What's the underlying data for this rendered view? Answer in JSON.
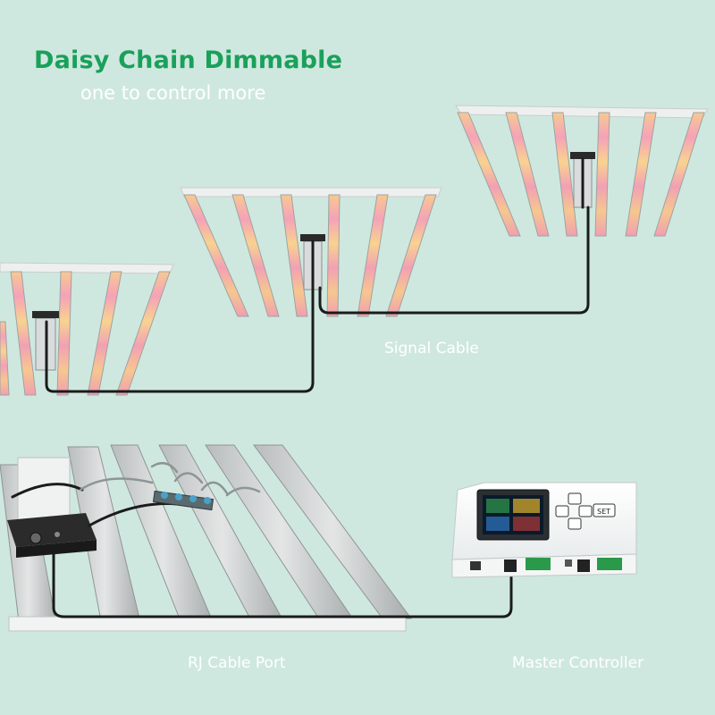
{
  "header": {
    "title": "Daisy Chain Dimmable",
    "subtitle": "one to control more"
  },
  "labels": {
    "signal_cable": "Signal Cable",
    "rj_cable_port": "RJ Cable Port",
    "master_controller": "Master Controller"
  },
  "controller": {
    "set_key": "SET"
  },
  "colors": {
    "background": "#cfe8df",
    "title": "#1aa05a",
    "label_text": "#ffffff",
    "cable": "#1b1b1b",
    "bar_frame": "#e6e6e6"
  }
}
